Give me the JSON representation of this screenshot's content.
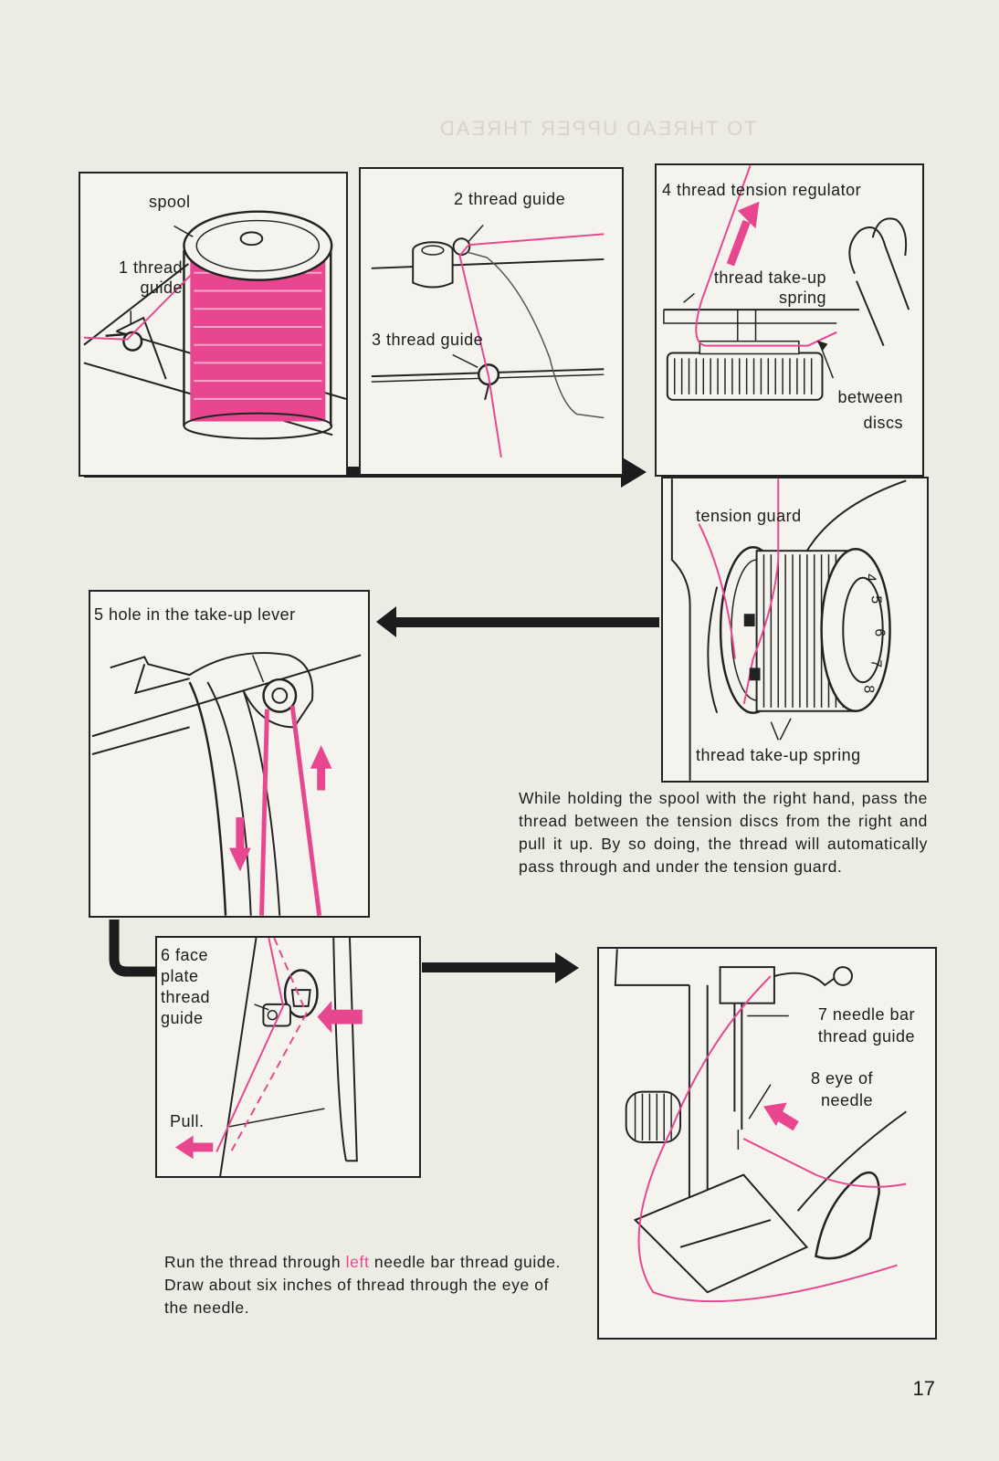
{
  "page": {
    "ghost_heading": "TO THREAD UPPER THREAD",
    "page_number": "17",
    "accent_color": "#e8478f"
  },
  "panel1": {
    "spool": "spool",
    "thread_guide": "1 thread guide"
  },
  "panel2": {
    "thread_guide_2": "2 thread guide",
    "thread_guide_3": "3 thread guide"
  },
  "panel3": {
    "regulator": "4 thread tension regulator",
    "takeup_spring": "thread take-up spring",
    "between_discs": "between discs"
  },
  "panel4": {
    "tension_guard": "tension guard",
    "takeup_spring": "thread take-up spring",
    "dial_numbers": [
      "4",
      "5",
      "6",
      "7",
      "8"
    ]
  },
  "panel5": {
    "label": "5 hole in the take-up lever"
  },
  "panel6": {
    "label": "6 face plate thread guide",
    "pull": "Pull."
  },
  "panel7": {
    "needle_bar_guide": "7 needle bar thread guide",
    "eye": "8 eye of needle"
  },
  "text": {
    "tension_instructions": "While holding the spool with the right hand, pass the thread between the tension discs from the right and pull it up. By so doing, the thread will automatically pass through and under the tension guard.",
    "run_pre": "Run the thread through ",
    "run_highlight": "left",
    "run_post": " needle bar thread guide.",
    "draw": "Draw about six inches of thread through the eye of the needle."
  }
}
